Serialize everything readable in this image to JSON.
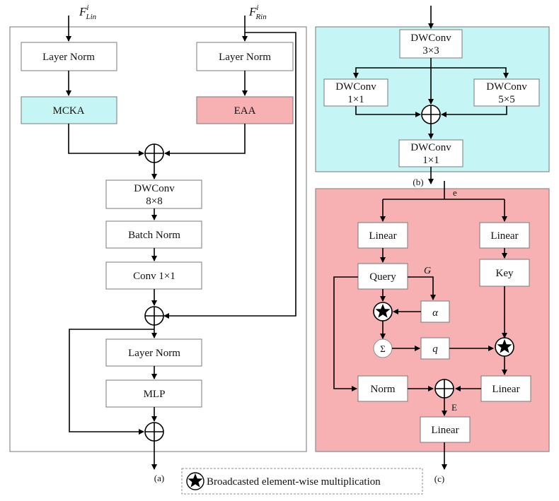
{
  "panel_a": {
    "input_left": {
      "base": "F",
      "sup": "i",
      "sub": "Lin"
    },
    "input_right": {
      "base": "F",
      "sup": "i",
      "sub": "Rin"
    },
    "layer_norm_left": "Layer Norm",
    "layer_norm_right": "Layer Norm",
    "mcka": "MCKA",
    "eaa": "EAA",
    "dwconv_line1": "DWConv",
    "dwconv_line2": "8×8",
    "batch_norm": "Batch Norm",
    "conv": "Conv 1×1",
    "layer_norm_bottom": "Layer Norm",
    "mlp": "MLP",
    "label": "(a)"
  },
  "panel_b": {
    "top_line1": "DWConv",
    "top_line2": "3×3",
    "left_line1": "DWConv",
    "left_line2": "1×1",
    "right_line1": "DWConv",
    "right_line2": "5×5",
    "bottom_line1": "DWConv",
    "bottom_line2": "1×1",
    "label": "(b)"
  },
  "panel_c": {
    "input_label": "e",
    "linear_left": "Linear",
    "linear_right": "Linear",
    "query": "Query",
    "key": "Key",
    "g_label": "G",
    "alpha": "α",
    "sigma": "Σ",
    "q": "q",
    "norm": "Norm",
    "linear_mid_right": "Linear",
    "e_label": "E",
    "linear_bottom": "Linear",
    "label": "(c)"
  },
  "legend": {
    "text": "Broadcasted element-wise multiplication",
    "icon": "star-icon"
  },
  "colors": {
    "mcka_fill": "#c6f5f6",
    "eaa_fill": "#f8b1b3",
    "panel_b_fill": "#c6f5f6",
    "panel_c_fill": "#f8b1b3"
  }
}
